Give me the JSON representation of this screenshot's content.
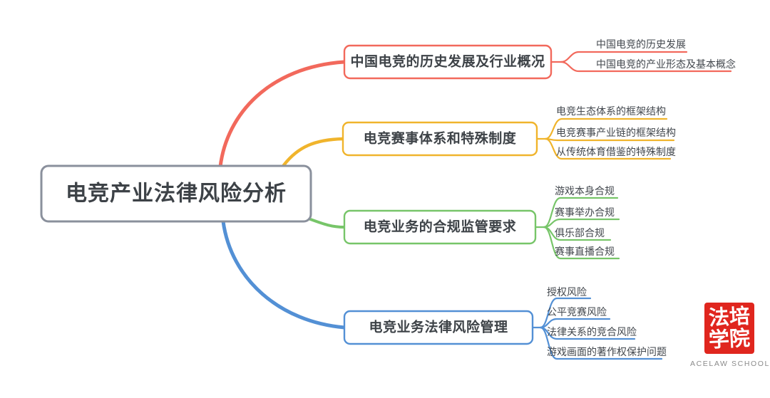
{
  "center": {
    "label": "电竞产业法律风险分析",
    "border_color": "#8A909C"
  },
  "branches": [
    {
      "label": "中国电竞的历史发展及行业概况",
      "color": "#F2695C",
      "children": [
        "中国电竞的历史发展",
        "中国电竞的产业形态及基本概念"
      ]
    },
    {
      "label": "电竞赛事体系和特殊制度",
      "color": "#F0B42C",
      "children": [
        "电竞生态体系的框架结构",
        "电竞赛事产业链的框架结构",
        "从传统体育借鉴的特殊制度"
      ]
    },
    {
      "label": "电竞业务的合规监管要求",
      "color": "#77C569",
      "children": [
        "游戏本身合规",
        "赛事举办合规",
        "俱乐部合规",
        "赛事直播合规"
      ]
    },
    {
      "label": "电竞业务法律风险管理",
      "color": "#5390D5",
      "children": [
        "授权风险",
        "公平竞赛风险",
        "法律关系的竞合风险",
        "游戏画面的著作权保护问题"
      ]
    }
  ],
  "logo": {
    "line1": "法培",
    "line2": "学院",
    "subtitle": "ACELAW SCHOOL",
    "background_color": "#E0261E"
  }
}
